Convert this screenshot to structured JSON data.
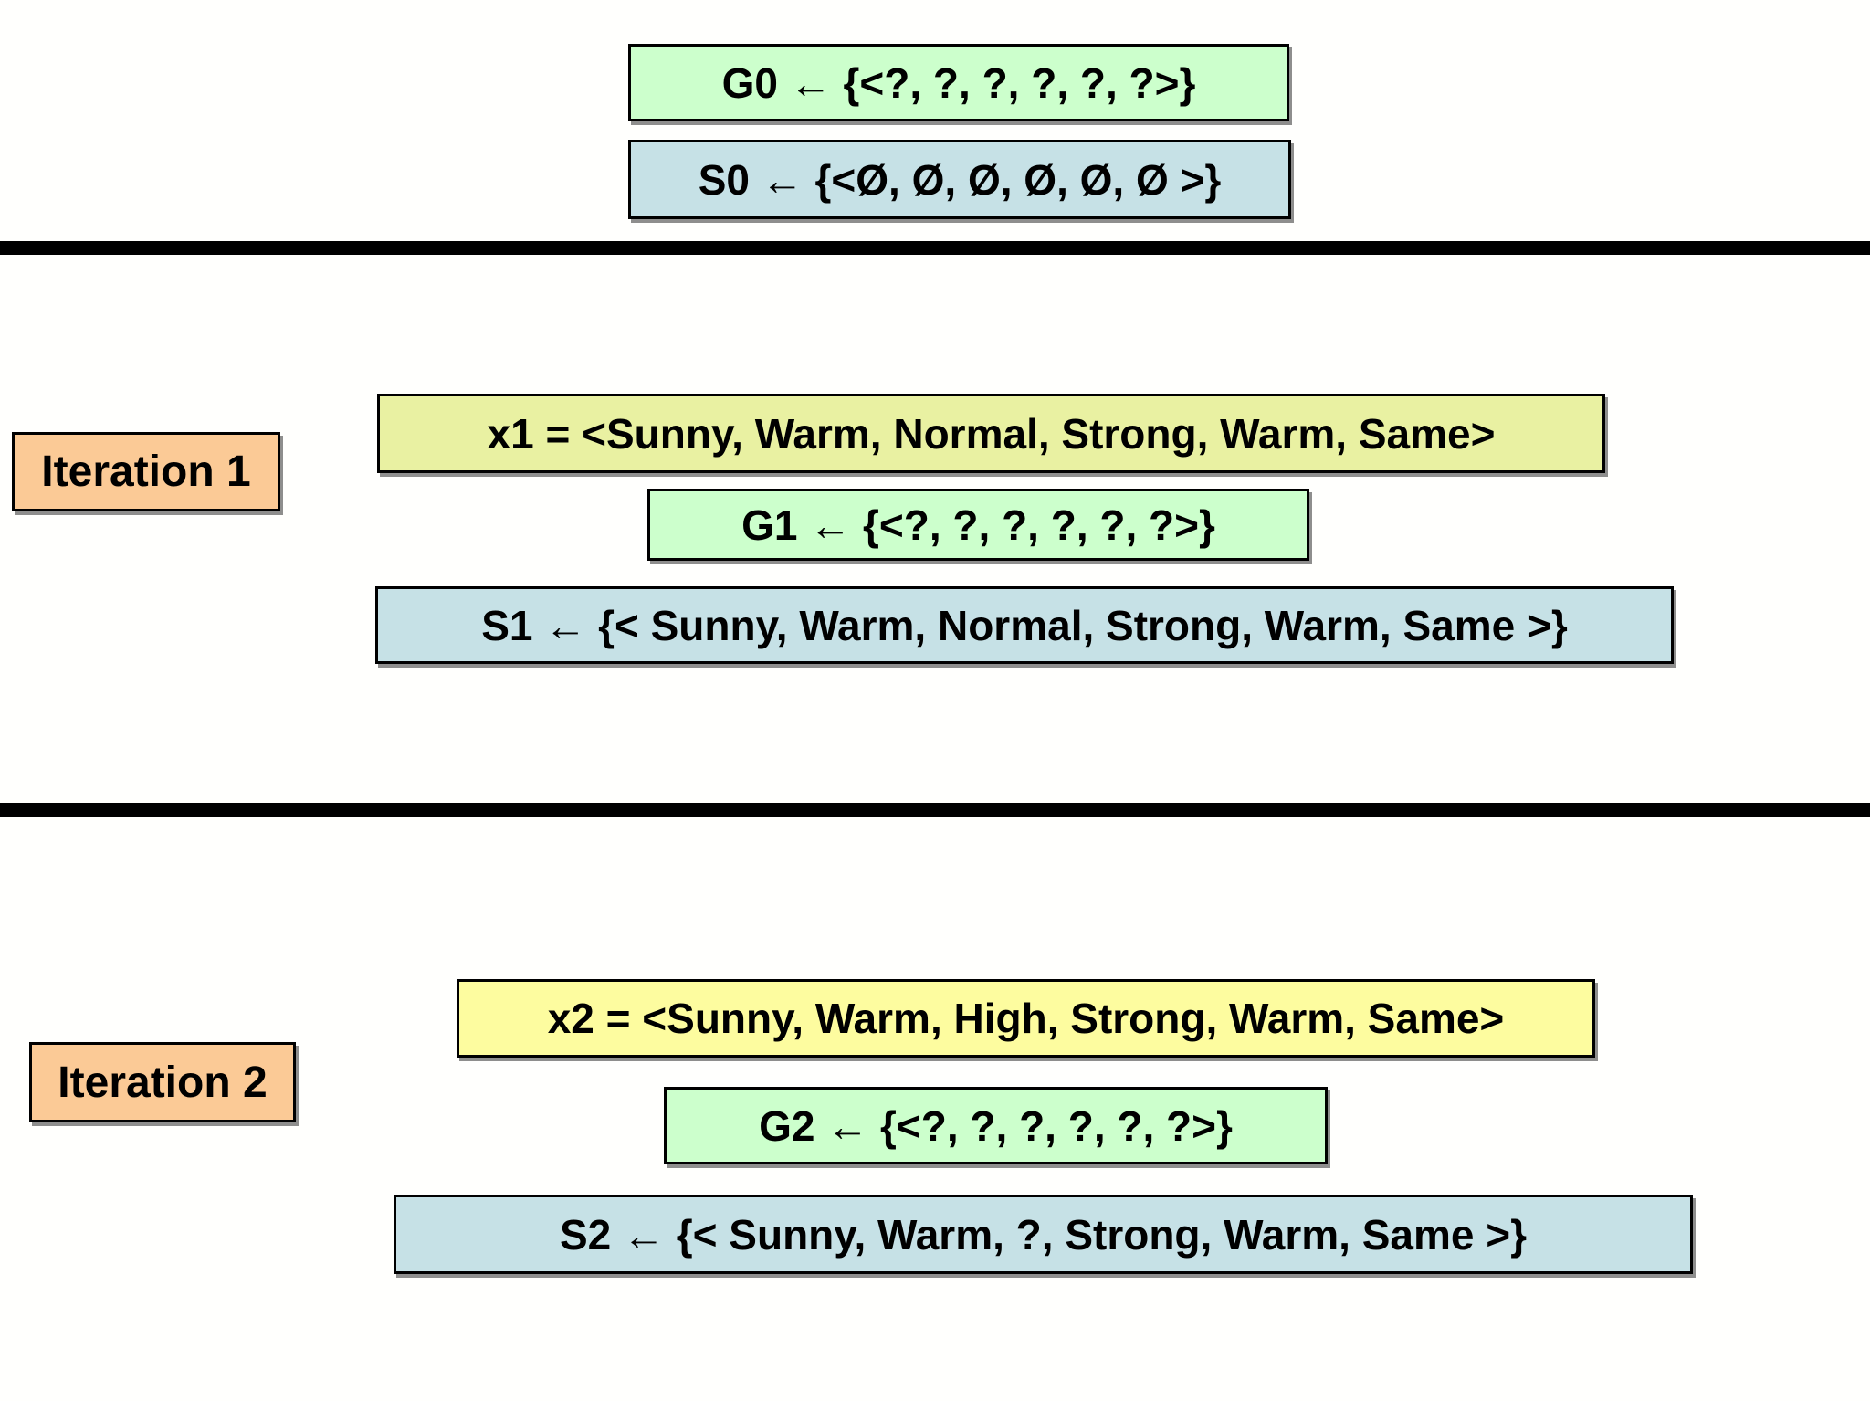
{
  "colors": {
    "background": "#fffffd",
    "text": "#000000",
    "border": "#000000",
    "divider": "#000000",
    "g_box_bg": "#ccffcc",
    "s_box_bg": "#c6e1e6",
    "iteration_bg": "#fbca96",
    "x1_bg": "#e9f1a2",
    "x2_bg": "#fdfc9f"
  },
  "initial": {
    "g0": "G0 ← {<?, ?, ?, ?, ?, ?>}",
    "s0": "S0 ← {<Ø, Ø, Ø, Ø, Ø, Ø >}"
  },
  "iteration1": {
    "label": "Iteration 1",
    "x1": "x1 = <Sunny, Warm, Normal, Strong, Warm, Same>",
    "g1": "G1 ← {<?, ?, ?, ?, ?, ?>}",
    "s1": "S1 ← {< Sunny, Warm, Normal, Strong, Warm, Same >}"
  },
  "iteration2": {
    "label": "Iteration 2",
    "x2": "x2 = <Sunny, Warm, High, Strong, Warm, Same>",
    "g2": "G2 ← {<?, ?, ?, ?, ?, ?>}",
    "s2": "S2 ← {< Sunny, Warm, ?, Strong, Warm, Same >}"
  }
}
